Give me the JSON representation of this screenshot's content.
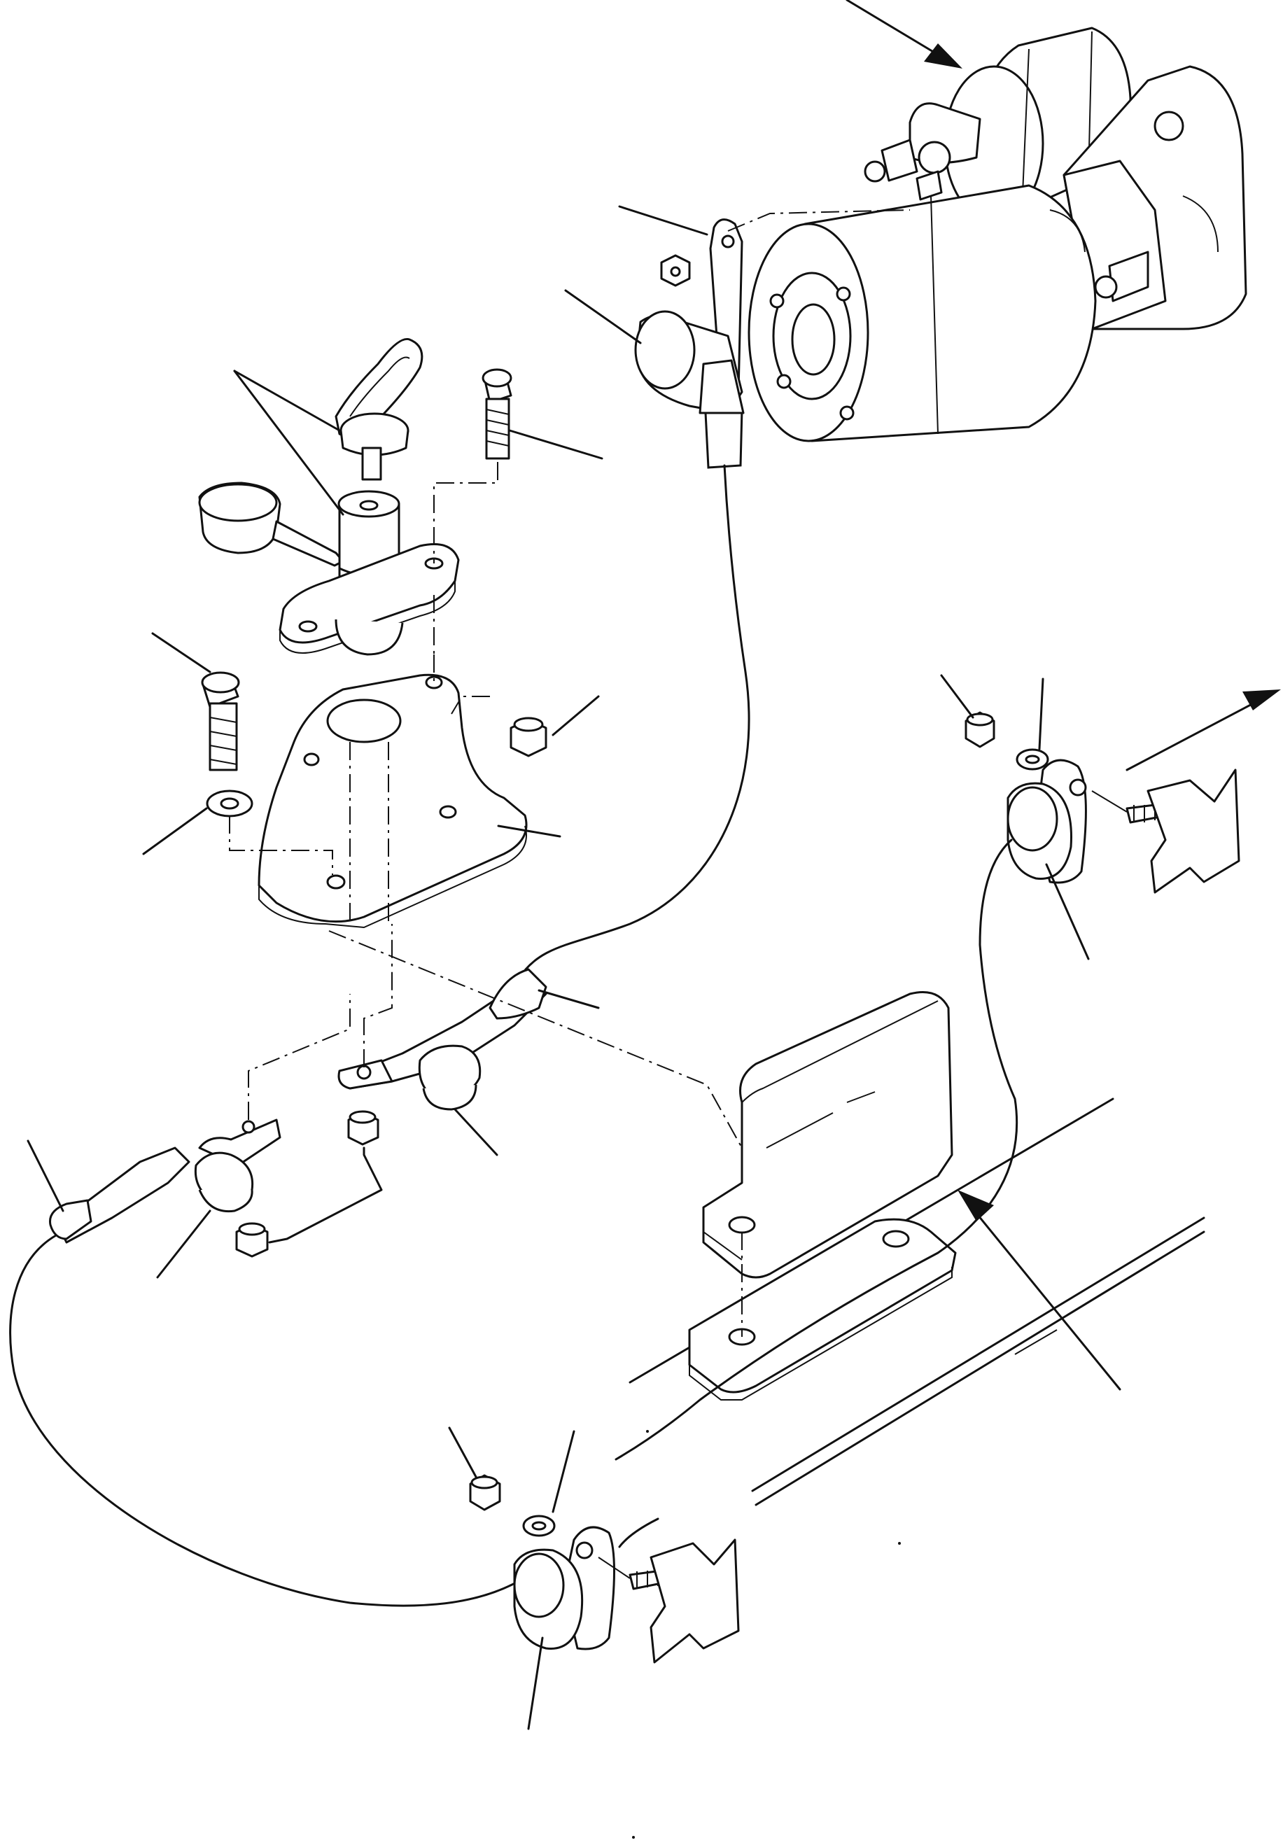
{
  "page": {
    "background": "#ffffff",
    "line_color": "#111111"
  },
  "parts": [
    "starter-motor",
    "starter-cable",
    "battery-disconnect-switch",
    "switch-key",
    "switch-dust-cap",
    "mounting-bracket",
    "ground-cable",
    "cable-clips",
    "frame-rail"
  ]
}
